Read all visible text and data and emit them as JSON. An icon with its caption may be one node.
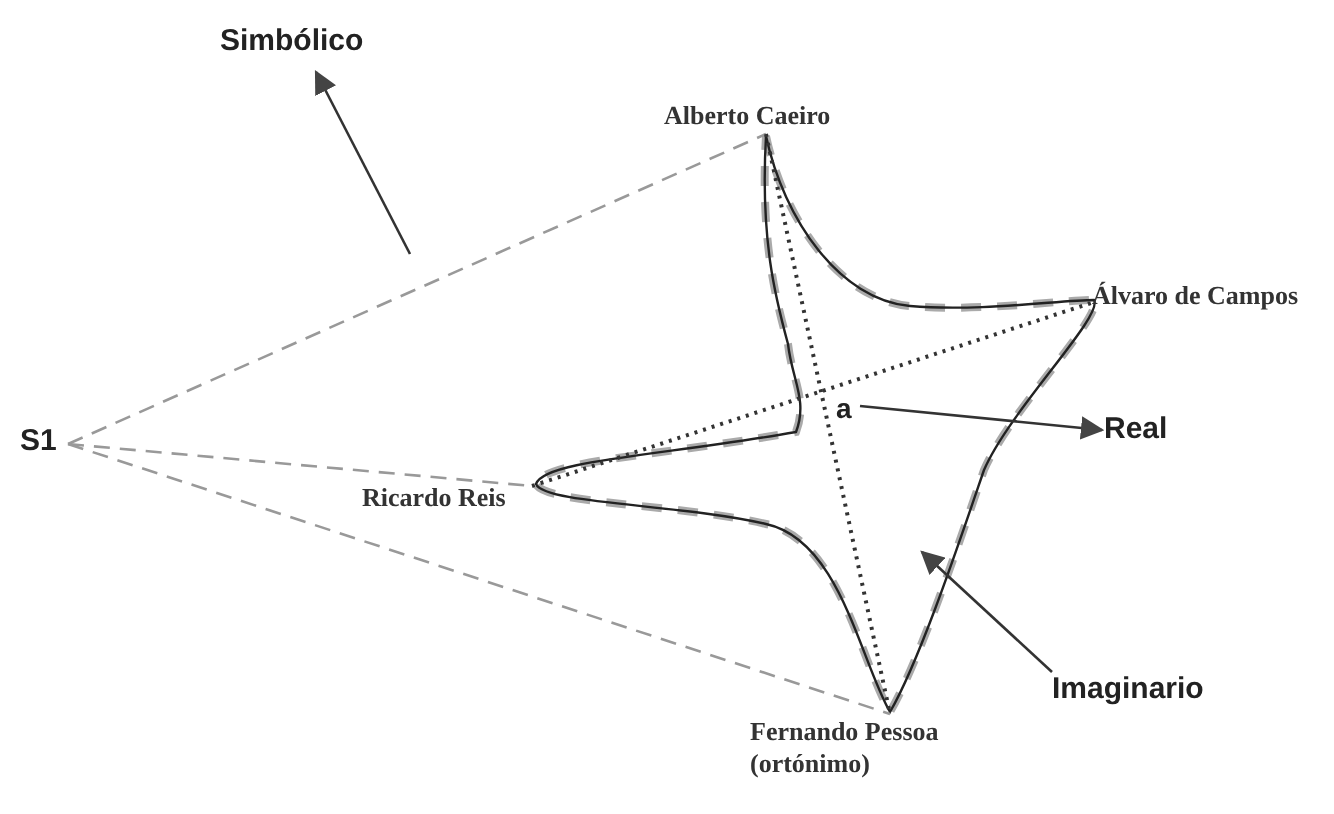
{
  "diagram": {
    "nodes": [
      {
        "text": [
          "Simbólico"
        ]
      },
      {
        "text": [
          "Alberto Caeiro"
        ]
      },
      {
        "text": [
          "Álvaro de Campos"
        ]
      },
      {
        "text": [
          "S1"
        ]
      },
      {
        "text": [
          "a"
        ]
      },
      {
        "text": [
          "Real"
        ]
      },
      {
        "text": [
          "Ricardo Reis"
        ]
      },
      {
        "text": [
          "Imaginario"
        ]
      },
      {
        "text": [
          "Fernando Pessoa (ortónimo)"
        ]
      }
    ],
    "edges": [
      {
        "from": null,
        "to": 0,
        "arrow": "to"
      },
      {
        "from": 3,
        "to": 1,
        "arrow": "none",
        "style": "dashed",
        "color": "#999999"
      },
      {
        "from": 3,
        "to": 6,
        "arrow": "none",
        "style": "dashed",
        "color": "#999999"
      },
      {
        "from": 3,
        "to": 8,
        "arrow": "none",
        "style": "dashed",
        "color": "#999999"
      },
      {
        "from": 1,
        "to": 8,
        "arrow": "none",
        "style": "dashed"
      },
      {
        "from": 6,
        "to": 2,
        "arrow": "none",
        "style": "dashed"
      },
      {
        "from": 4,
        "to": 5,
        "arrow": "to"
      },
      {
        "from": 7,
        "to": null,
        "arrow": "to"
      }
    ]
  }
}
